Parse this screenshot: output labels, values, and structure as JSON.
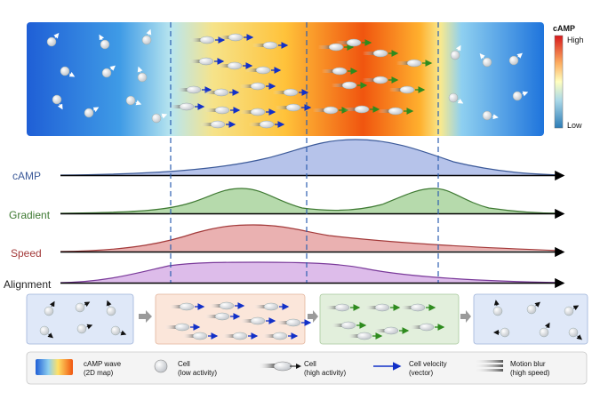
{
  "colorbar": {
    "title": "cAMP",
    "high": "High",
    "low": "Low"
  },
  "tracks": [
    {
      "label": "cAMP",
      "color": "#3c5a99",
      "fill": "#a9b9e6"
    },
    {
      "label": "Gradient",
      "color": "#3f7a33",
      "fill": "#a9d39e"
    },
    {
      "label": "Speed",
      "color": "#a33a3a",
      "fill": "#e6a3a3"
    },
    {
      "label": "Alignment",
      "color": "#222222",
      "fill": "#d7b0e6"
    }
  ],
  "legend": [
    {
      "name": "cAMP wave",
      "sub": "(2D map)"
    },
    {
      "name": "Cell",
      "sub": "(low activity)"
    },
    {
      "name": "Cell",
      "sub": "(high activity)"
    },
    {
      "name": "Cell velocity",
      "sub": "(vector)"
    },
    {
      "name": "Motion blur",
      "sub": "(high speed)"
    }
  ],
  "colors": {
    "wave_low": "#1f5fd6",
    "wave_mid": "#ffe066",
    "wave_high": "#f0550f",
    "velocity_blue": "#1230c8",
    "velocity_green": "#2e8b1e"
  }
}
